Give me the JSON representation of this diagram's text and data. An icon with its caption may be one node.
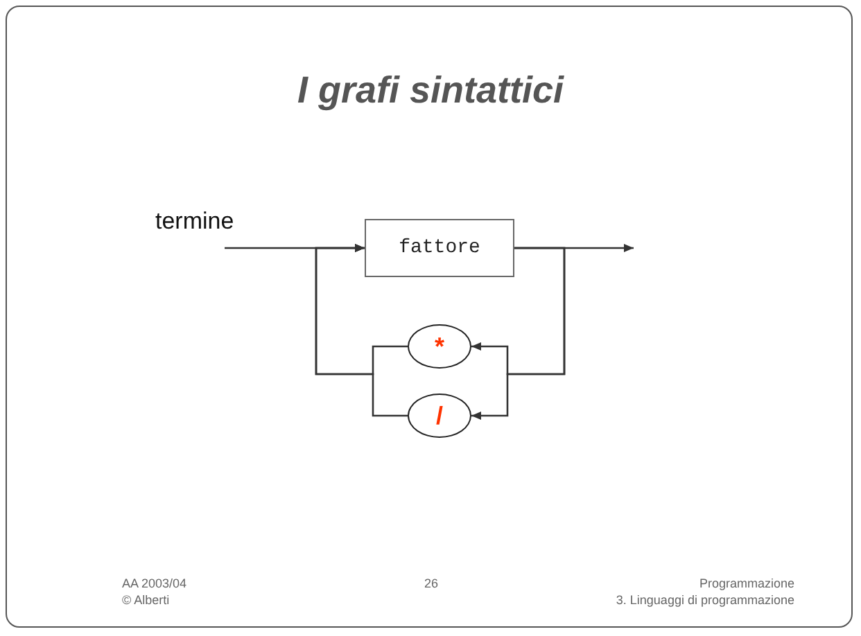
{
  "diagram": {
    "title": "I grafi sintattici",
    "nodes": [
      {
        "text": [
          "fattore"
        ]
      },
      {
        "text": [
          "*"
        ]
      },
      {
        "text": [
          "/"
        ]
      }
    ],
    "edges": [
      {
        "from": null,
        "to": 0,
        "arrow": "to"
      },
      {
        "from": 0,
        "to": null,
        "arrow": "to"
      },
      {
        "from": 0,
        "to": 1,
        "arrow": "to"
      },
      {
        "from": 0,
        "to": 2,
        "arrow": "to"
      },
      {
        "from": 1,
        "to": 0,
        "arrow": "to"
      },
      {
        "from": 2,
        "to": 0,
        "arrow": "to"
      }
    ],
    "labels": [
      "termine",
      "AA 2003/04",
      "© Alberti",
      "26",
      "Programmazione",
      "3. Linguaggi di programmazione"
    ]
  }
}
